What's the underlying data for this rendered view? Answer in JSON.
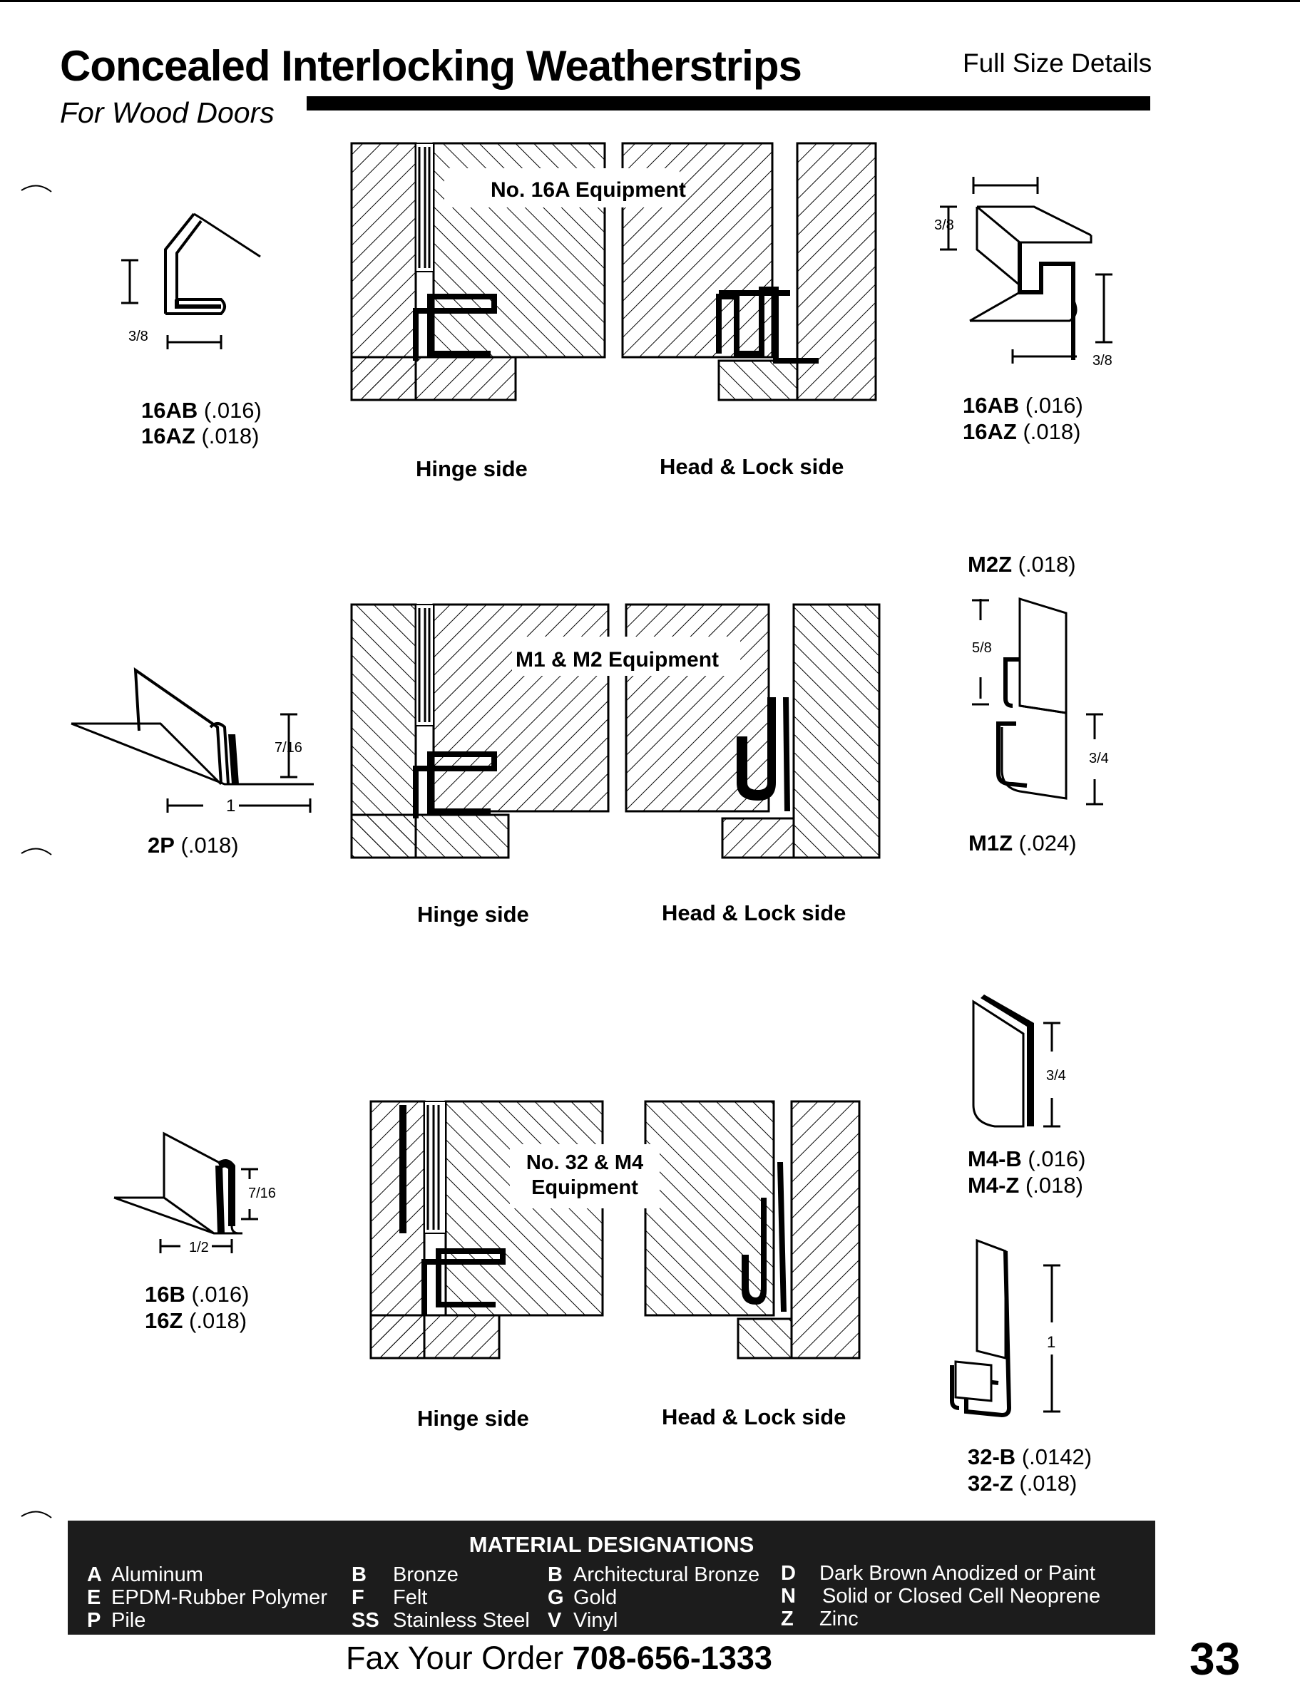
{
  "header": {
    "title": "Concealed Interlocking Weatherstrips",
    "subtitle": "For Wood Doors",
    "full_size": "Full Size Details"
  },
  "sections": [
    {
      "equipment": "No. 16A Equipment",
      "hinge_side": "Hinge side",
      "lock_side": "Head & Lock side",
      "left_parts": [
        {
          "code": "16AB",
          "gauge": "(.016)"
        },
        {
          "code": "16AZ",
          "gauge": "(.018)"
        }
      ],
      "left_dim": "3/8",
      "right_parts": [
        {
          "code": "16AB",
          "gauge": "(.016)"
        },
        {
          "code": "16AZ",
          "gauge": "(.018)"
        }
      ],
      "right_dims": [
        "3/8",
        "3/8"
      ]
    },
    {
      "equipment": "M1 & M2 Equipment",
      "hinge_side": "Hinge side",
      "lock_side": "Head & Lock side",
      "left_parts": [
        {
          "code": "2P",
          "gauge": "(.018)"
        }
      ],
      "left_dims": [
        "7/16",
        "1"
      ],
      "right_top": {
        "code": "M2Z",
        "gauge": "(.018)"
      },
      "right_bottom": {
        "code": "M1Z",
        "gauge": "(.024)"
      },
      "right_dims": [
        "5/8",
        "3/4"
      ]
    },
    {
      "equipment_line1": "No. 32 & M4",
      "equipment_line2": "Equipment",
      "hinge_side": "Hinge side",
      "lock_side": "Head & Lock side",
      "left_parts": [
        {
          "code": "16B",
          "gauge": "(.016)"
        },
        {
          "code": "16Z",
          "gauge": "(.018)"
        }
      ],
      "left_dims": [
        "7/16",
        "1/2"
      ],
      "right_top_parts": [
        {
          "code": "M4-B",
          "gauge": "(.016)"
        },
        {
          "code": "M4-Z",
          "gauge": "(.018)"
        }
      ],
      "right_top_dim": "3/4",
      "right_bottom_parts": [
        {
          "code": "32-B",
          "gauge": "(.0142)"
        },
        {
          "code": "32-Z",
          "gauge": "(.018)"
        }
      ],
      "right_bottom_dim": "1"
    }
  ],
  "materials": {
    "title": "MATERIAL DESIGNATIONS",
    "columns": [
      [
        {
          "k": "A",
          "v": "Aluminum"
        },
        {
          "k": "E",
          "v": "EPDM-Rubber Polymer"
        },
        {
          "k": "P",
          "v": "Pile"
        }
      ],
      [
        {
          "k": "B",
          "v": "Bronze"
        },
        {
          "k": "F",
          "v": "Felt"
        },
        {
          "k": "SS",
          "v": "Stainless Steel"
        }
      ],
      [
        {
          "k": "B",
          "v": "Architectural Bronze"
        },
        {
          "k": "G",
          "v": "Gold"
        },
        {
          "k": "V",
          "v": "Vinyl"
        }
      ],
      [
        {
          "k": "D",
          "v": "Dark Brown Anodized or Paint"
        },
        {
          "k": "N",
          "v": "Solid or Closed Cell Neoprene"
        },
        {
          "k": "Z",
          "v": "Zinc"
        }
      ]
    ]
  },
  "footer": {
    "fax_label": "Fax Your Order",
    "fax_number": "708-656-1333",
    "page_number": "33"
  }
}
